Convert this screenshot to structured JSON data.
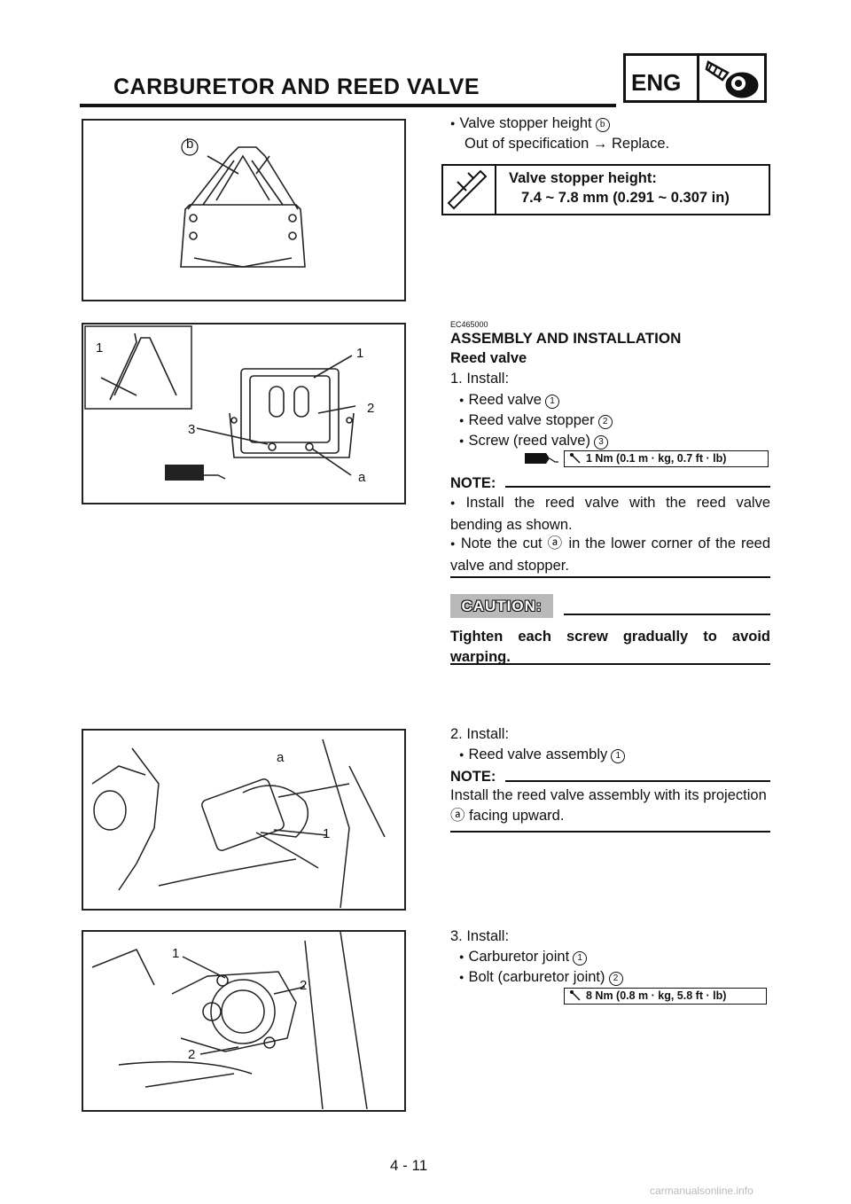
{
  "header": {
    "title": "CARBURETOR AND REED VALVE",
    "section_badge": "ENG"
  },
  "section1": {
    "item": "Valve stopper height",
    "item_ref": "b",
    "oos": "Out of specification → Replace.",
    "spec_title": "Valve stopper height:",
    "spec_value": "7.4 ~ 7.8 mm (0.291 ~ 0.307 in)"
  },
  "section2": {
    "code": "EC465000",
    "heading": "ASSEMBLY AND INSTALLATION",
    "subheading": "Reed valve",
    "step": "1.  Install:",
    "items": [
      {
        "label": "Reed valve",
        "ref": "1"
      },
      {
        "label": "Reed valve stopper",
        "ref": "2"
      },
      {
        "label": "Screw (reed valve)",
        "ref": "3"
      }
    ],
    "torque": "1 Nm (0.1 m · kg, 0.7 ft · lb)",
    "note_label": "NOTE:",
    "notes": [
      "Install the reed valve with the reed valve bending as shown.",
      "Note the cut ⓐ in the lower corner of the reed valve and stopper."
    ],
    "caution_label": "CAUTION:",
    "caution_text": "Tighten each screw gradually to avoid warping."
  },
  "section3": {
    "step": "2.  Install:",
    "item": "Reed valve assembly",
    "item_ref": "1",
    "note_label": "NOTE:",
    "note_text": "Install the reed valve assembly with its projection ⓐ facing upward."
  },
  "section4": {
    "step": "3.  Install:",
    "items": [
      {
        "label": "Carburetor joint",
        "ref": "1"
      },
      {
        "label": "Bolt (carburetor joint)",
        "ref": "2"
      }
    ],
    "torque": "8 Nm (0.8 m · kg, 5.8 ft · lb)"
  },
  "figure_labels": {
    "fig1": [
      "b"
    ],
    "fig2": [
      "1",
      "1",
      "2",
      "3",
      "a"
    ],
    "fig3": [
      "a",
      "1"
    ],
    "fig4": [
      "1",
      "2",
      "2"
    ]
  },
  "footer": {
    "page": "4 - 11",
    "watermark": "carmanualsonline.info"
  }
}
